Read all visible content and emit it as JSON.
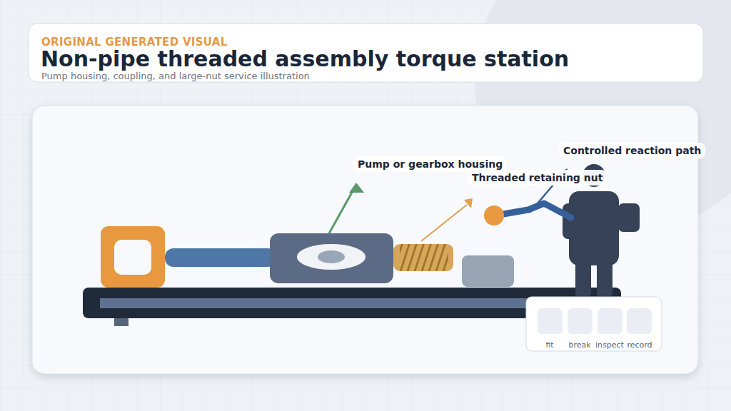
{
  "diagram": {
    "title": "Non-pipe threaded assembly torque station",
    "caption": "Pump housing, coupling, and large-nut service illustration",
    "nodes": [
      {
        "text": [
          "fit"
        ]
      },
      {
        "text": [
          "break"
        ]
      },
      {
        "text": [
          "inspect"
        ]
      },
      {
        "text": [
          "record"
        ]
      }
    ],
    "labels": [
      "ORIGINAL GENERATED VISUAL",
      "Pump or gearbox housing",
      "Threaded retaining nut",
      "Controlled reaction path"
    ]
  }
}
